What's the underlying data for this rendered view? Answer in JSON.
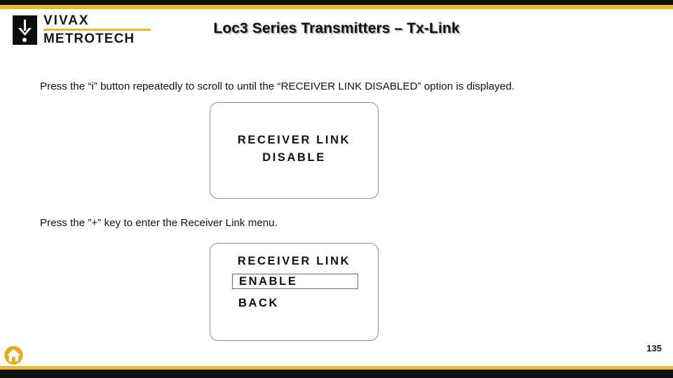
{
  "brand": {
    "logo_line1": "VIVAX",
    "logo_line2": "METROTECH",
    "logo_mark_icon": "down-arrow-in-square-icon",
    "accent_color": "#f2b727",
    "dark_color": "#111010"
  },
  "header": {
    "title": "Loc3 Series Transmitters – Tx-Link"
  },
  "content": {
    "paragraph_1": "Press the “i” button repeatedly to scroll to until the “RECEIVER LINK DISABLED” option is displayed.",
    "paragraph_2": "Press the ”+” key to enter the Receiver Link menu."
  },
  "lcd_screens": [
    {
      "name": "receiver-link-disable-screen",
      "line_1": "RECEIVER LINK",
      "line_2": "DISABLE"
    },
    {
      "name": "receiver-link-menu-screen",
      "title": "RECEIVER LINK",
      "selected_option": "ENABLE",
      "options": [
        "ENABLE",
        "BACK"
      ],
      "back_option": "BACK"
    }
  ],
  "footer": {
    "home_icon": "home-icon",
    "page_number": "135"
  }
}
